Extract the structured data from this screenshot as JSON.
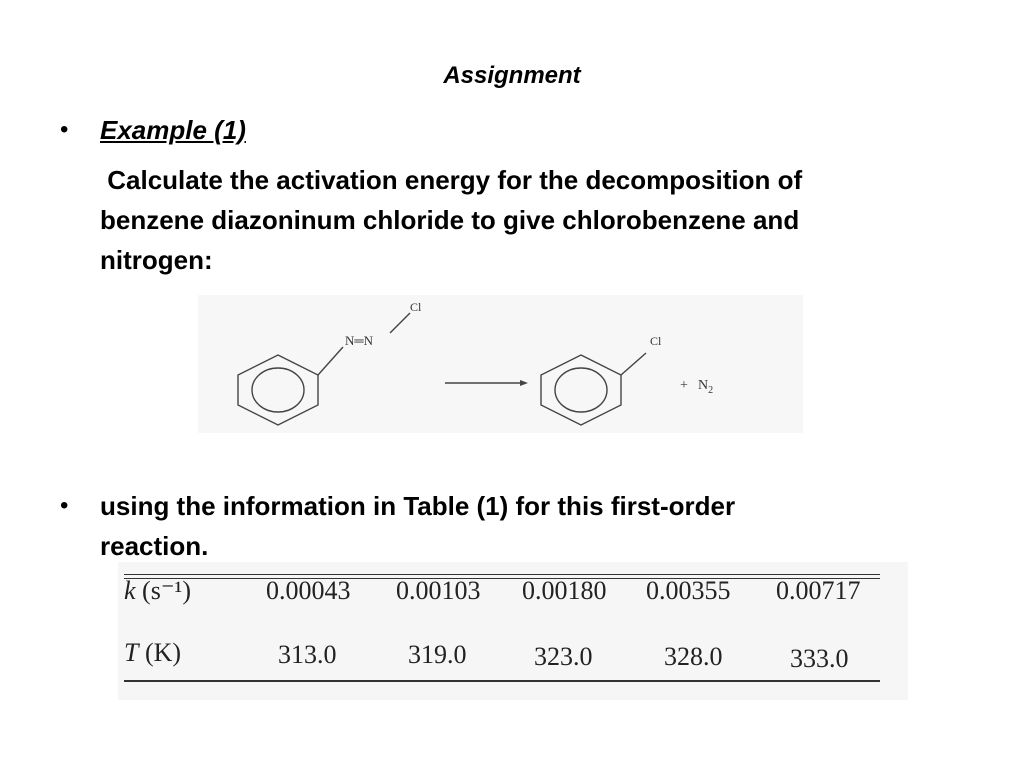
{
  "title": "Assignment",
  "bullets": {
    "dot": "•",
    "example_label": "Example (1)",
    "description": " Calculate the activation energy for the decomposition of\nbenzene diazoninum chloride to give chlorobenzene and\nnitrogen:",
    "second": "using the information in Table (1) for this first-order\nreaction."
  },
  "reaction": {
    "reactant_azo": "N═N",
    "reactant_cl": "Cl",
    "product_cl": "Cl",
    "plus": "+",
    "n2": "N",
    "n2_sub": "2"
  },
  "table": {
    "row_k": {
      "label": "k",
      "unit": "(s⁻¹)",
      "values": [
        "0.00043",
        "0.00103",
        "0.00180",
        "0.00355",
        "0.00717"
      ]
    },
    "row_t": {
      "label": "T",
      "unit": "(K)",
      "values": [
        "313.0",
        "319.0",
        "323.0",
        "328.0",
        "333.0"
      ]
    }
  }
}
